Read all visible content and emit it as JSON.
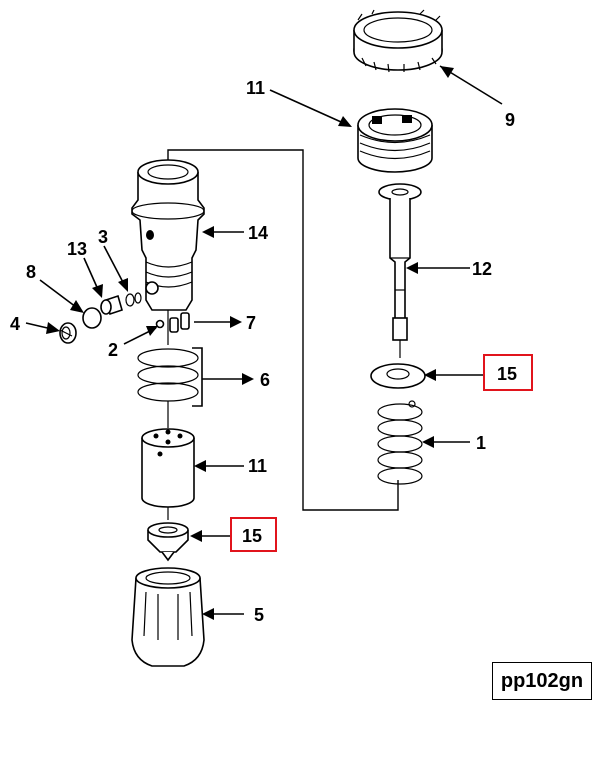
{
  "callouts": {
    "c1": "1",
    "c2": "2",
    "c3": "3",
    "c4": "4",
    "c5": "5",
    "c6": "6",
    "c7": "7",
    "c8": "8",
    "c9": "9",
    "c11_top": "11",
    "c11_body": "11",
    "c12": "12",
    "c13": "13",
    "c14": "14",
    "c15_right": "15",
    "c15_left": "15"
  },
  "reference_code": "pp102gn",
  "highlight_color": "#e1141c"
}
